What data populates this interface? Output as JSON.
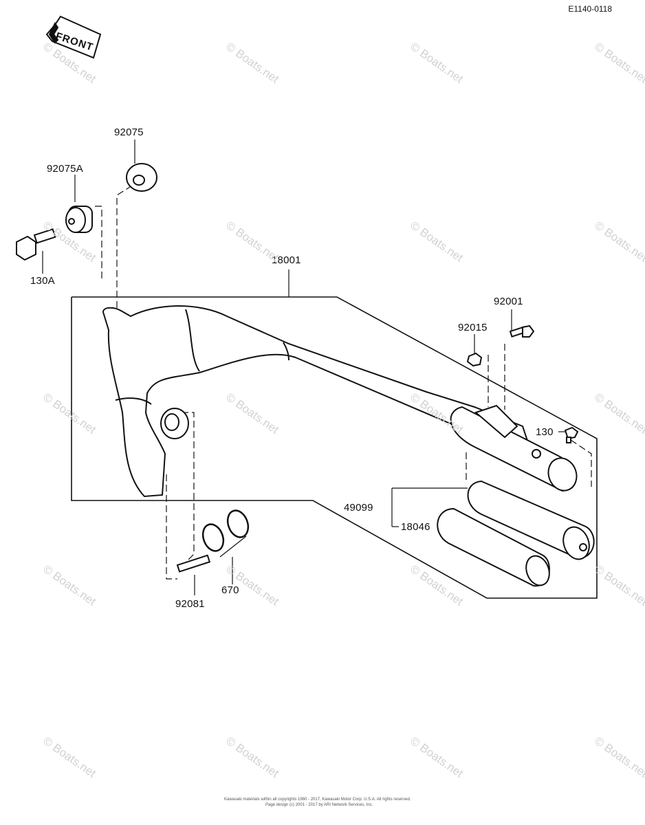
{
  "diagram_code": "E1140-0118",
  "front_label": "FRONT",
  "watermark": "© Boats.net",
  "parts": {
    "p92075": "92075",
    "p92075A": "92075A",
    "p130A": "130A",
    "p18001": "18001",
    "p92001": "92001",
    "p92015": "92015",
    "p130": "130",
    "p49099": "49099",
    "p18046": "18046",
    "p670": "670",
    "p92081": "92081"
  },
  "footer": {
    "line1": "Kawasaki materials within all copyrights 1960 - 2017, Kawasaki Motor Corp. U.S.A. All rights reserved.",
    "line2": "Page design (c) 2001 - 2017 by ARI Network Services, Inc."
  }
}
